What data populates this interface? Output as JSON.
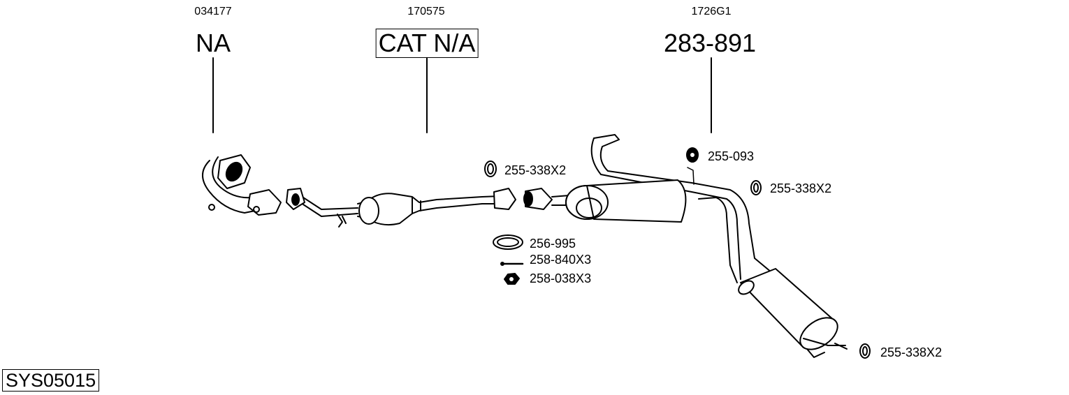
{
  "assemblies": [
    {
      "code": "034177",
      "part_number": "NA",
      "boxed": false
    },
    {
      "code": "170575",
      "part_number": "CAT N/A",
      "boxed": true
    },
    {
      "code": "1726G1",
      "part_number": "283-891",
      "boxed": false
    }
  ],
  "parts": [
    {
      "label": "255-338X2",
      "icon": "gasket-ring-icon"
    },
    {
      "label": "255-093",
      "icon": "rubber-hanger-icon"
    },
    {
      "label": "255-338X2",
      "icon": "gasket-ring-icon"
    },
    {
      "label": "256-995",
      "icon": "flange-gasket-icon"
    },
    {
      "label": "258-840X3",
      "icon": "bolt-icon"
    },
    {
      "label": "258-038X3",
      "icon": "nut-icon"
    },
    {
      "label": "255-338X2",
      "icon": "gasket-ring-icon"
    }
  ],
  "system_id": "SYS05015"
}
